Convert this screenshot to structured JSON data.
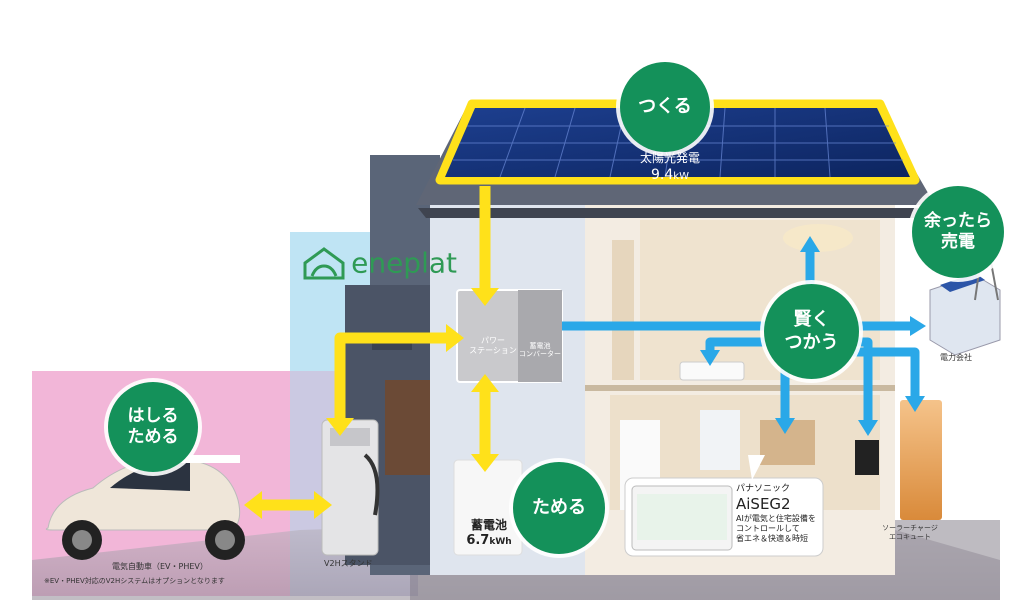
{
  "brand": {
    "logo_text": "eneplat",
    "color": "#2f9a55"
  },
  "colors": {
    "accent_green": "#14915a",
    "arrow_yellow": "#ffe11a",
    "arrow_blue": "#2aa8e8",
    "ev_zone": "#f2b6d8",
    "enefarm_zone": "#bfe4f4"
  },
  "bubbles": {
    "make": "つくる",
    "sell_line1": "余ったら",
    "sell_line2": "売電",
    "use_line1": "賢く",
    "use_line2": "つかう",
    "store": "ためる",
    "drive_line1": "はしる",
    "drive_line2": "ためる"
  },
  "solar": {
    "label": "太陽光発電",
    "value": "9.4",
    "unit": "kW"
  },
  "power_station": {
    "line1": "パワー",
    "line2": "ステーション"
  },
  "battery_converter": {
    "line1": "蓄電池",
    "line2": "コンバーター"
  },
  "battery": {
    "label": "蓄電池",
    "value": "6.7",
    "unit": "kWh"
  },
  "v2h": {
    "label": "V2Hスタンド"
  },
  "ev": {
    "label": "電気自動車（EV・PHEV）",
    "note": "※EV・PHEV対応のV2Hシステムはオプションとなります"
  },
  "utility": {
    "label": "電力会社"
  },
  "ecocute": {
    "line1": "ソーラーチャージ",
    "line2": "エコキュート"
  },
  "aiseg": {
    "maker": "パナソニック",
    "name": "AiSEG2",
    "desc1": "AIが電気と住宅設備を",
    "desc2": "コントロールして",
    "desc3": "省エネ＆快適＆時短"
  }
}
